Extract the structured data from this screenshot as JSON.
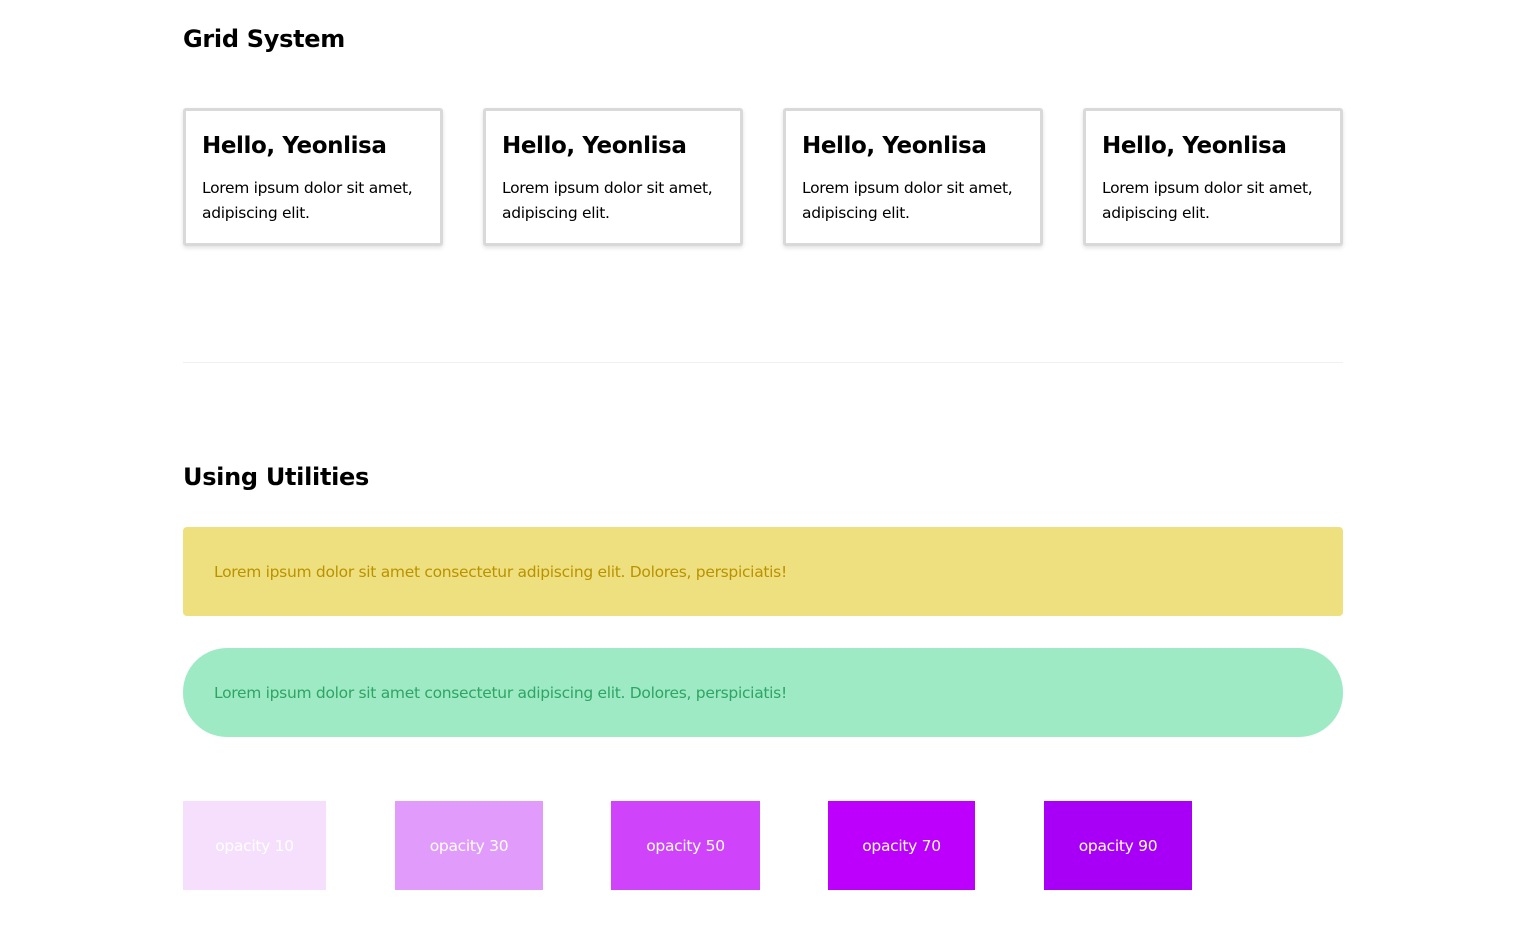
{
  "grid_section": {
    "title": "Grid System",
    "cards": [
      {
        "title": "Hello, Yeonlisa",
        "text": "Lorem ipsum dolor sit amet, adipiscing elit."
      },
      {
        "title": "Hello, Yeonlisa",
        "text": "Lorem ipsum dolor sit amet, adipiscing elit."
      },
      {
        "title": "Hello, Yeonlisa",
        "text": "Lorem ipsum dolor sit amet, adipiscing elit."
      },
      {
        "title": "Hello, Yeonlisa",
        "text": "Lorem ipsum dolor sit amet, adipiscing elit."
      }
    ]
  },
  "utilities_section": {
    "title": "Using Utilities",
    "alerts": [
      {
        "text": "Lorem ipsum dolor sit amet consectetur adipiscing elit. Dolores, perspiciatis!",
        "background": "#efe07f",
        "color": "#b99200"
      },
      {
        "text": "Lorem ipsum dolor sit amet consectetur adipiscing elit. Dolores, perspiciatis!",
        "background": "#9eeac4",
        "color": "#2ea563"
      }
    ],
    "opacity_boxes": [
      {
        "label": "opacity 10",
        "background": "#f5dffd"
      },
      {
        "label": "opacity 30",
        "background": "#e19bfa"
      },
      {
        "label": "opacity 50",
        "background": "#cf44fb"
      },
      {
        "label": "opacity 70",
        "background": "#bc00fb"
      },
      {
        "label": "opacity 90",
        "background": "#a800f7"
      }
    ]
  }
}
